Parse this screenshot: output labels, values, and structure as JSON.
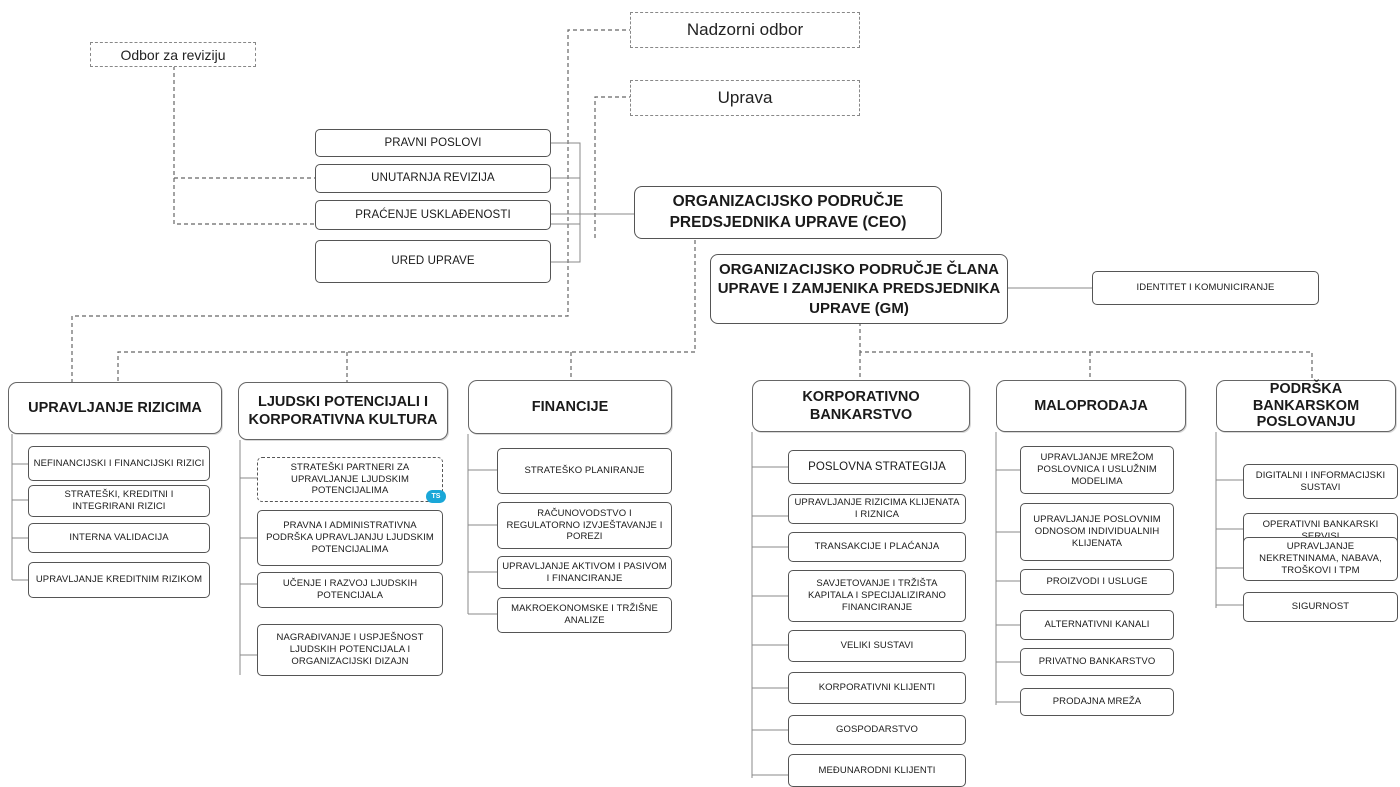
{
  "governance": {
    "audit_committee": "Odbor za reviziju",
    "supervisory_board": "Nadzorni odbor",
    "management_board": "Uprava"
  },
  "ceo": {
    "title": "ORGANIZACIJSKO PODRUČJE PREDSJEDNIKA UPRAVE (CEO)",
    "units": [
      "PRAVNI POSLOVI",
      "UNUTARNJA REVIZIJA",
      "PRAĆENJE USKLAĐENOSTI",
      "URED UPRAVE"
    ]
  },
  "gm": {
    "title": "ORGANIZACIJSKO PODRUČJE ČLANA UPRAVE I ZAMJENIKA PREDSJEDNIKA UPRAVE (GM)",
    "side_unit": "IDENTITET I KOMUNICIRANJE"
  },
  "divisions": [
    {
      "title": "UPRAVLJANJE RIZICIMA",
      "units": [
        "NEFINANCIJSKI I FINANCIJSKI RIZICI",
        "STRATEŠKI, KREDITNI I INTEGRIRANI RIZICI",
        "INTERNA VALIDACIJA",
        "UPRAVLJANJE KREDITNIM RIZIKOM"
      ]
    },
    {
      "title": "LJUDSKI POTENCIJALI I KORPORATIVNA KULTURA",
      "units": [
        "STRATEŠKI PARTNERI ZA UPRAVLJANJE LJUDSKIM POTENCIJALIMA",
        "PRAVNA I ADMINISTRATIVNA PODRŠKA UPRAVLJANJU LJUDSKIM POTENCIJALIMA",
        "UČENJE I RAZVOJ LJUDSKIH POTENCIJALA",
        "NAGRAĐIVANJE I USPJEŠNOST LJUDSKIH POTENCIJALA I ORGANIZACIJSKI DIZAJN"
      ],
      "badge": "TS"
    },
    {
      "title": "FINANCIJE",
      "units": [
        "STRATEŠKO PLANIRANJE",
        "RAČUNOVODSTVO I REGULATORNO IZVJEŠTAVANJE I POREZI",
        "UPRAVLJANJE AKTIVOM I PASIVOM I FINANCIRANJE",
        "MAKROEKONOMSKE I TRŽIŠNE ANALIZE"
      ]
    },
    {
      "title": "KORPORATIVNO BANKARSTVO",
      "units": [
        "POSLOVNA STRATEGIJA",
        "UPRAVLJANJE RIZICIMA KLIJENATA I RIZNICA",
        "TRANSAKCIJE I PLAĆANJA",
        "SAVJETOVANJE I TRŽIŠTA KAPITALA I SPECIJALIZIRANO FINANCIRANJE",
        "VELIKI SUSTAVI",
        "KORPORATIVNI KLIJENTI",
        "GOSPODARSTVO",
        "MEĐUNARODNI KLIJENTI"
      ]
    },
    {
      "title": "MALOPRODAJA",
      "units": [
        "UPRAVLJANJE MREŽOM POSLOVNICA I USLUŽNIM MODELIMA",
        "UPRAVLJANJE POSLOVNIM ODNOSOM INDIVIDUALNIH KLIJENATA",
        "PROIZVODI I USLUGE",
        "ALTERNATIVNI KANALI",
        "PRIVATNO BANKARSTVO",
        "PRODAJNA MREŽA"
      ]
    },
    {
      "title": "PODRŠKA BANKARSKOM POSLOVANJU",
      "units": [
        "DIGITALNI I INFORMACIJSKI SUSTAVI",
        "OPERATIVNI BANKARSKI SERVISI",
        "UPRAVLJANJE NEKRETNINAMA, NABAVA, TROŠKOVI I TPM",
        "SIGURNOST"
      ]
    }
  ]
}
